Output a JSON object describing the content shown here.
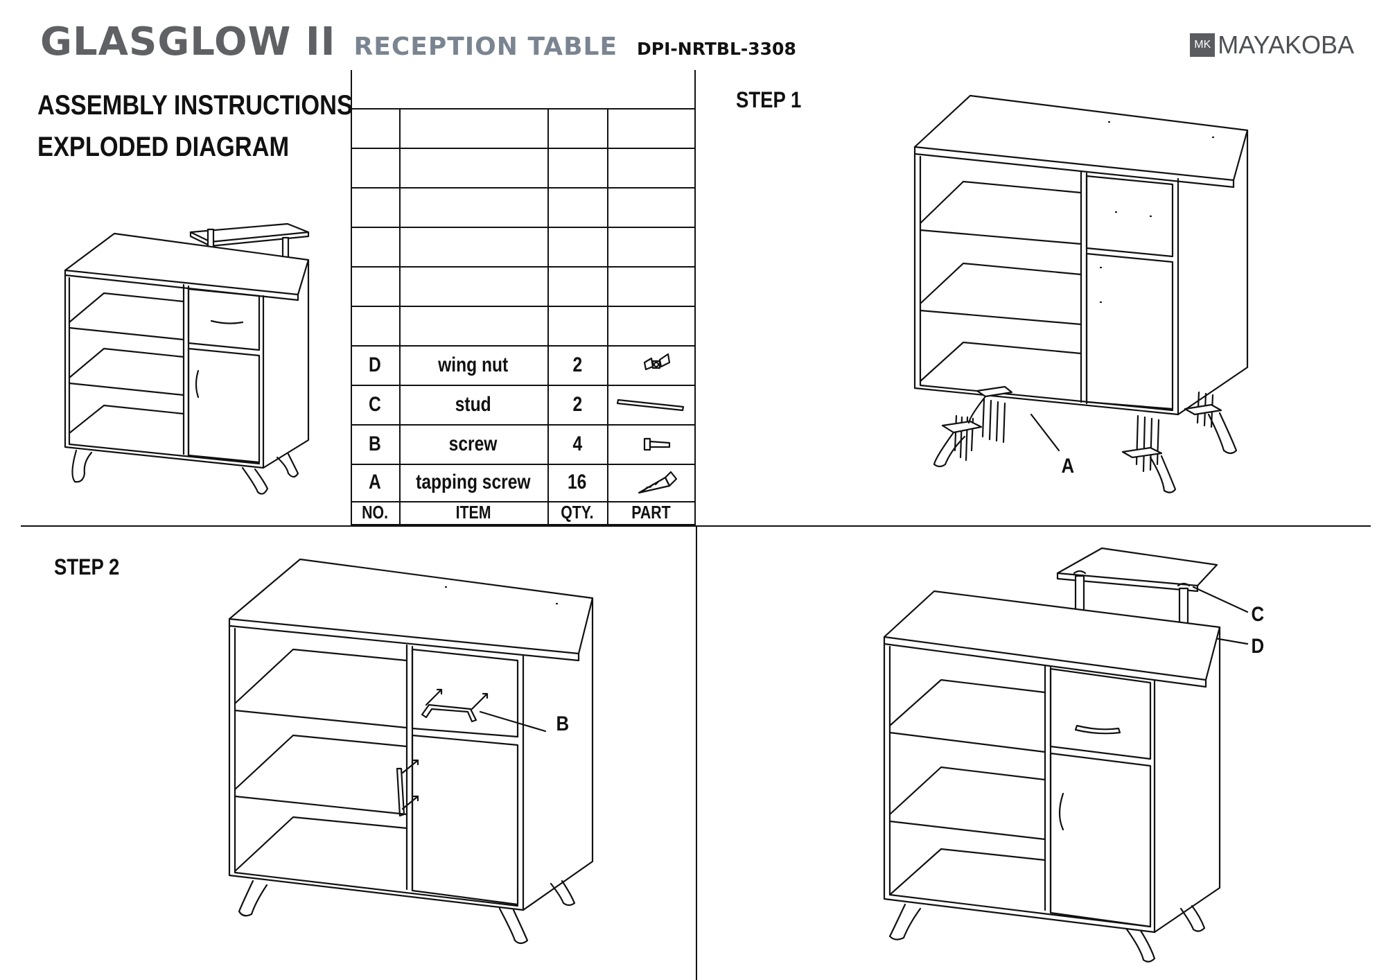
{
  "header": {
    "product": "GLASGLOW II",
    "subtitle": "RECEPTION TABLE",
    "code": "DPI-NRTBL-3308",
    "logo_mark": "MK",
    "logo_text": "MAYAKOBA"
  },
  "titles": {
    "line1": "ASSEMBLY INSTRUCTIONS",
    "line2": "EXPLODED DIAGRAM"
  },
  "steps": {
    "step1": "STEP 1",
    "step2": "STEP 2"
  },
  "parts_table": {
    "headers": [
      "NO.",
      "ITEM",
      "QTY.",
      "PART"
    ],
    "rows": [
      {
        "no": "D",
        "item": "wing nut",
        "qty": "2",
        "part_icon": "wing-nut-icon"
      },
      {
        "no": "C",
        "item": "stud",
        "qty": "2",
        "part_icon": "stud-icon"
      },
      {
        "no": "B",
        "item": "screw",
        "qty": "4",
        "part_icon": "screw-icon"
      },
      {
        "no": "A",
        "item": "tapping screw",
        "qty": "16",
        "part_icon": "tapping-screw-icon"
      }
    ]
  },
  "callouts": {
    "a": "A",
    "b": "B",
    "c": "C",
    "d": "D"
  }
}
